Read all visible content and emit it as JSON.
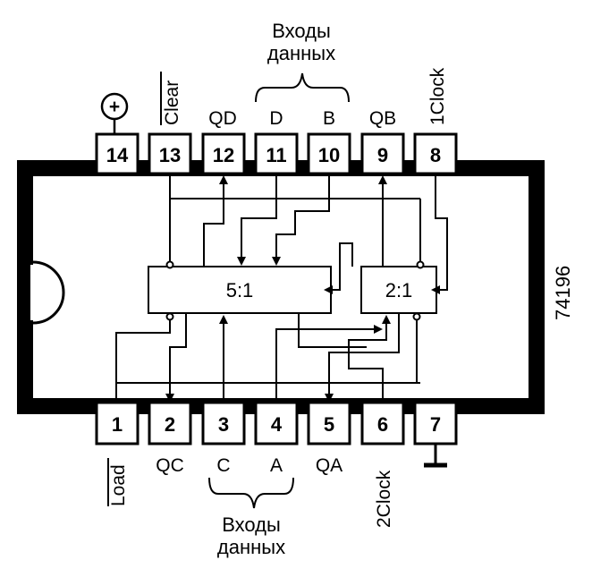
{
  "chip": {
    "part_number": "74196"
  },
  "power_symbol": "+",
  "top_pins": [
    {
      "num": "14",
      "label": ""
    },
    {
      "num": "13",
      "label": "Clear"
    },
    {
      "num": "12",
      "label": "QD"
    },
    {
      "num": "11",
      "label": "D"
    },
    {
      "num": "10",
      "label": "B"
    },
    {
      "num": "9",
      "label": "QB"
    },
    {
      "num": "8",
      "label": "1Clock"
    }
  ],
  "bottom_pins": [
    {
      "num": "1",
      "label": "Load"
    },
    {
      "num": "2",
      "label": "QC"
    },
    {
      "num": "3",
      "label": "C"
    },
    {
      "num": "4",
      "label": "A"
    },
    {
      "num": "5",
      "label": "QA"
    },
    {
      "num": "6",
      "label": "2Clock"
    },
    {
      "num": "7",
      "label": ""
    }
  ],
  "blocks": {
    "div5": "5:1",
    "div2": "2:1"
  },
  "data_inputs_top": [
    "Входы",
    "данных"
  ],
  "data_inputs_bottom": [
    "Входы",
    "данных"
  ]
}
